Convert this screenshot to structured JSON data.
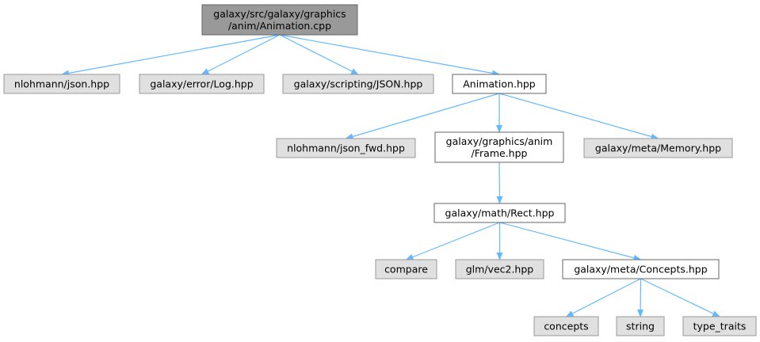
{
  "colors": {
    "root_fill": "#999999",
    "root_stroke": "#666666",
    "external_fill": "#e0e0e0",
    "external_stroke": "#999999",
    "internal_fill": "#ffffff",
    "internal_stroke": "#666666",
    "edge": "#63b8ff"
  },
  "nodes": [
    {
      "id": "animation_cpp",
      "kind": "root",
      "lines": [
        "galaxy/src/galaxy/graphics",
        "/anim/Animation.cpp"
      ]
    },
    {
      "id": "nlohmann_json",
      "kind": "external",
      "lines": [
        "nlohmann/json.hpp"
      ]
    },
    {
      "id": "error_log",
      "kind": "external",
      "lines": [
        "galaxy/error/Log.hpp"
      ]
    },
    {
      "id": "scripting_json",
      "kind": "external",
      "lines": [
        "galaxy/scripting/JSON.hpp"
      ]
    },
    {
      "id": "animation_hpp",
      "kind": "internal",
      "lines": [
        "Animation.hpp"
      ]
    },
    {
      "id": "json_fwd",
      "kind": "external",
      "lines": [
        "nlohmann/json_fwd.hpp"
      ]
    },
    {
      "id": "frame_hpp",
      "kind": "internal",
      "lines": [
        "galaxy/graphics/anim",
        "/Frame.hpp"
      ]
    },
    {
      "id": "meta_memory",
      "kind": "external",
      "lines": [
        "galaxy/meta/Memory.hpp"
      ]
    },
    {
      "id": "math_rect",
      "kind": "internal",
      "lines": [
        "galaxy/math/Rect.hpp"
      ]
    },
    {
      "id": "compare",
      "kind": "external",
      "lines": [
        "compare"
      ]
    },
    {
      "id": "glm_vec2",
      "kind": "external",
      "lines": [
        "glm/vec2.hpp"
      ]
    },
    {
      "id": "meta_concepts",
      "kind": "internal",
      "lines": [
        "galaxy/meta/Concepts.hpp"
      ]
    },
    {
      "id": "concepts",
      "kind": "external",
      "lines": [
        "concepts"
      ]
    },
    {
      "id": "string",
      "kind": "external",
      "lines": [
        "string"
      ]
    },
    {
      "id": "type_traits",
      "kind": "external",
      "lines": [
        "type_traits"
      ]
    }
  ],
  "edges": [
    {
      "from": "animation_cpp",
      "to": "nlohmann_json"
    },
    {
      "from": "animation_cpp",
      "to": "error_log"
    },
    {
      "from": "animation_cpp",
      "to": "scripting_json"
    },
    {
      "from": "animation_cpp",
      "to": "animation_hpp"
    },
    {
      "from": "animation_hpp",
      "to": "json_fwd"
    },
    {
      "from": "animation_hpp",
      "to": "frame_hpp"
    },
    {
      "from": "animation_hpp",
      "to": "meta_memory"
    },
    {
      "from": "frame_hpp",
      "to": "math_rect"
    },
    {
      "from": "math_rect",
      "to": "compare"
    },
    {
      "from": "math_rect",
      "to": "glm_vec2"
    },
    {
      "from": "math_rect",
      "to": "meta_concepts"
    },
    {
      "from": "meta_concepts",
      "to": "concepts"
    },
    {
      "from": "meta_concepts",
      "to": "string"
    },
    {
      "from": "meta_concepts",
      "to": "type_traits"
    }
  ]
}
